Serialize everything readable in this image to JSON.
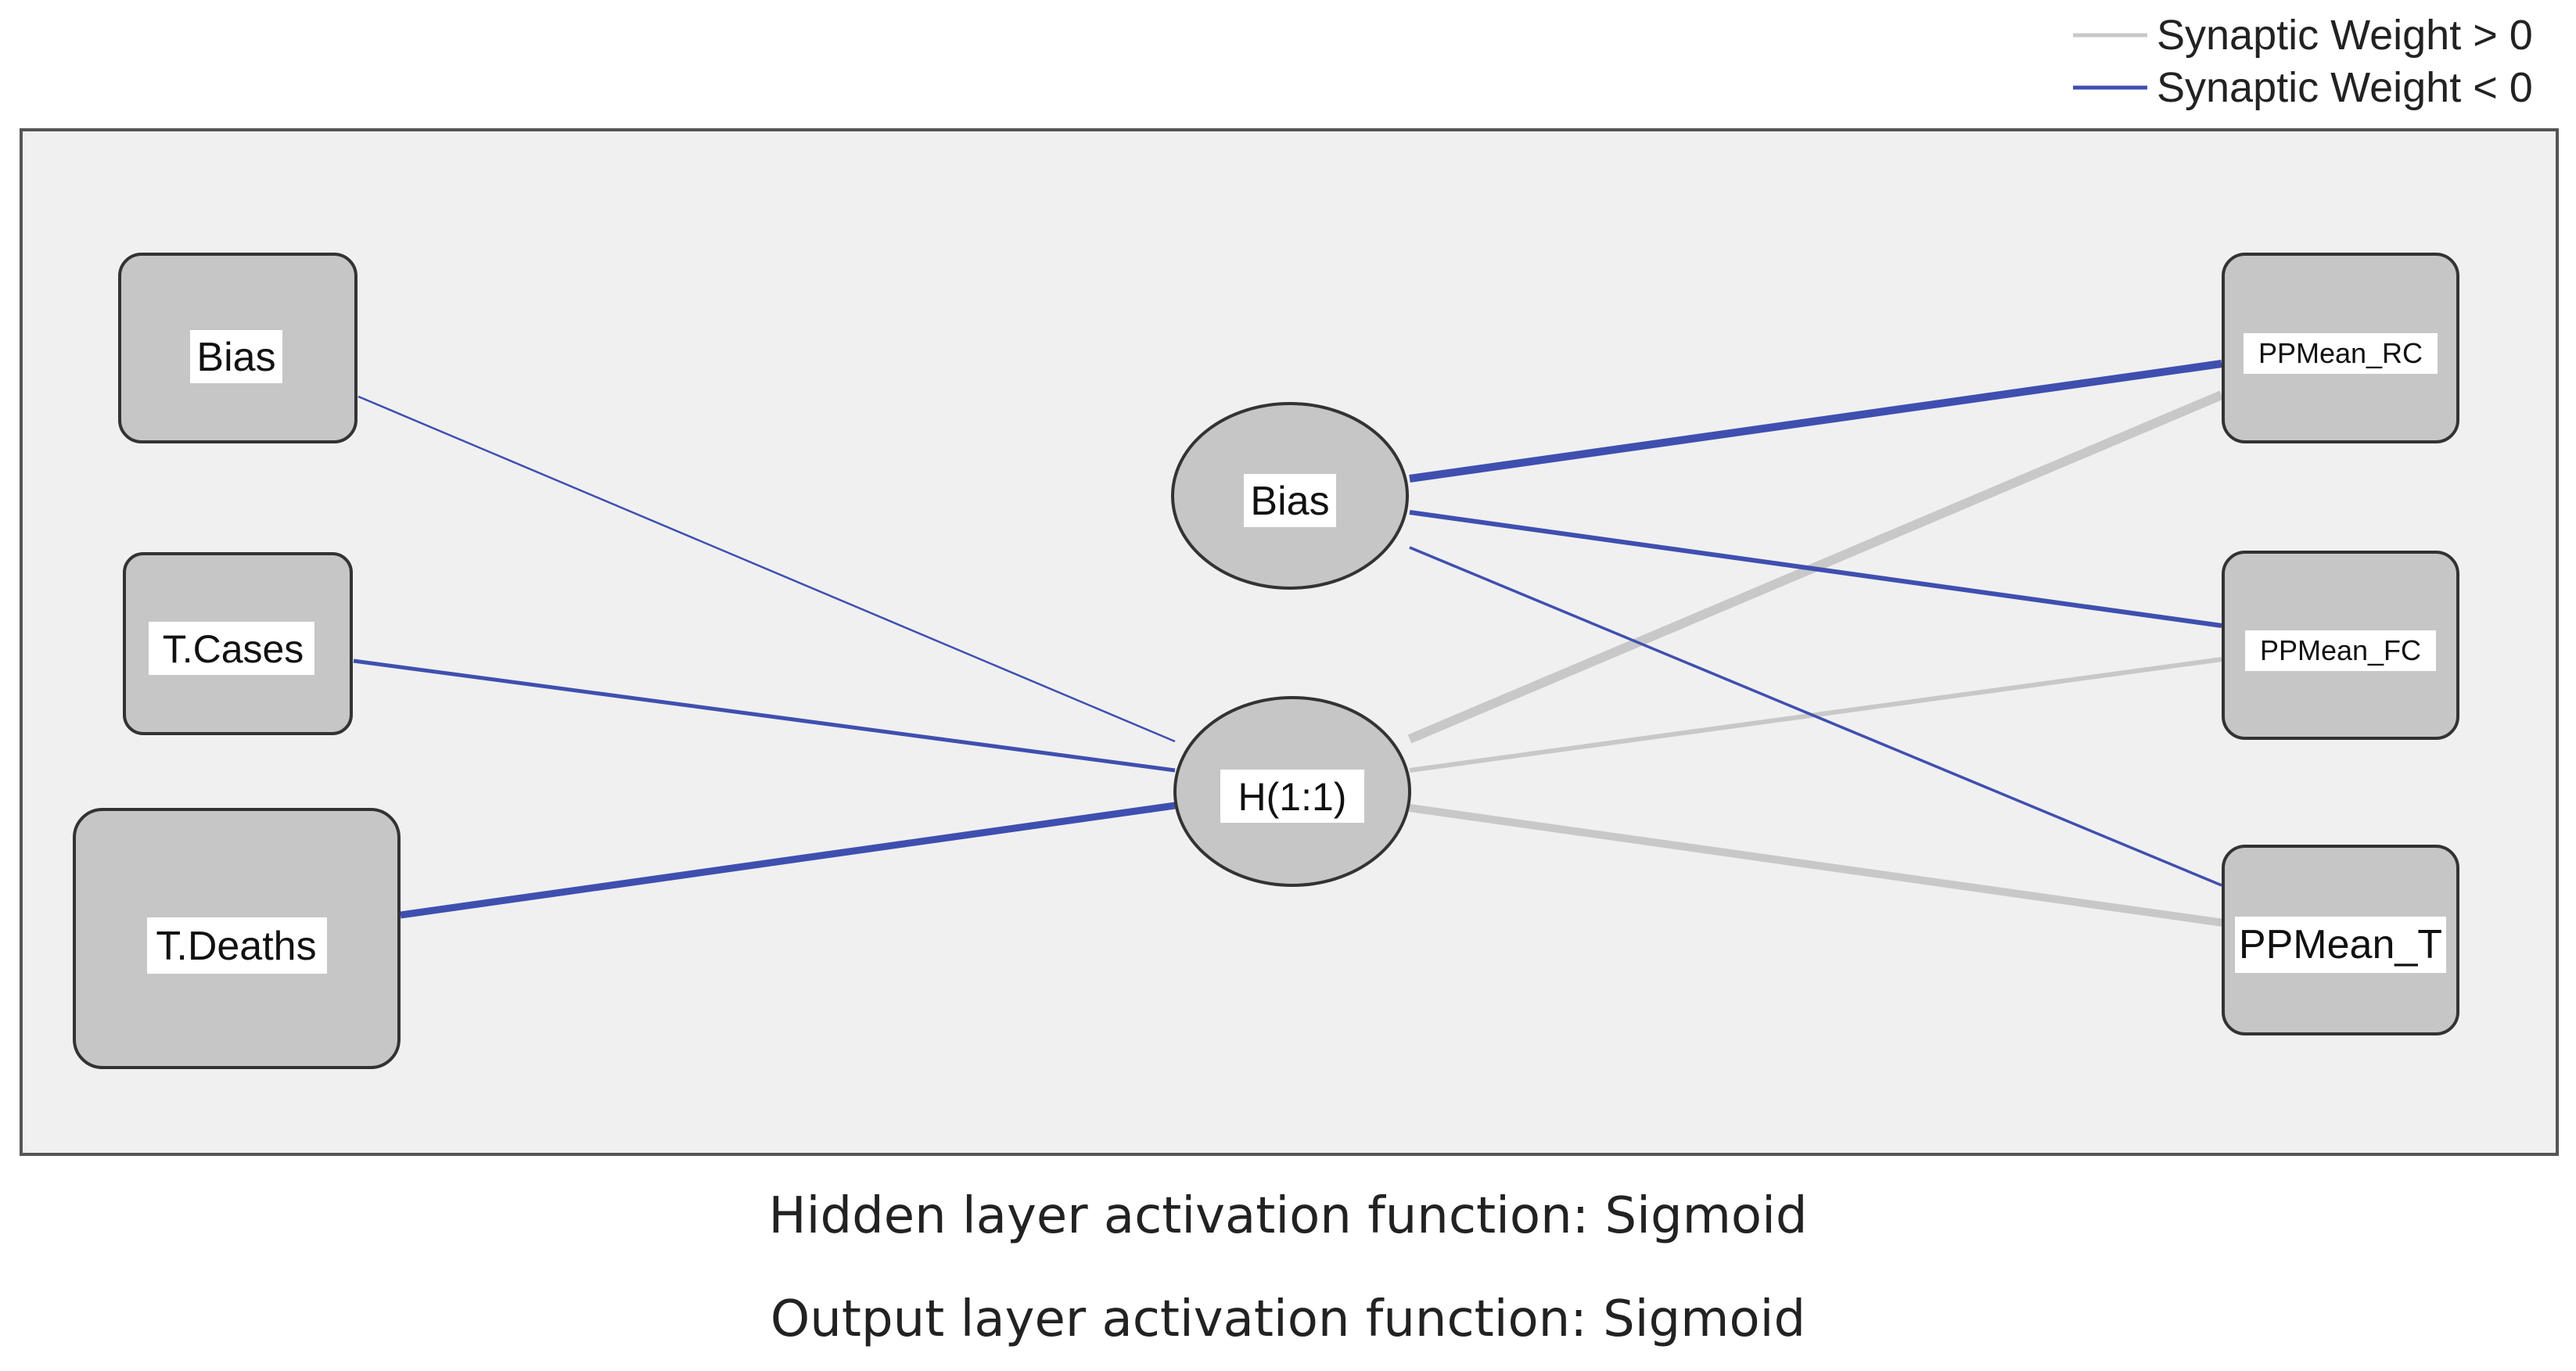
{
  "legend": {
    "positive_label": "Synaptic Weight > 0",
    "negative_label": "Synaptic Weight < 0",
    "positive_color": "#c8c8c8",
    "negative_color": "#3f4fb0"
  },
  "nodes": {
    "input_bias": "Bias",
    "input_t_cases": "T.Cases",
    "input_t_deaths": "T.Deaths",
    "hidden_bias": "Bias",
    "hidden_h11": "H(1:1)",
    "output_ppmean_rc": "PPMean_RC",
    "output_ppmean_fc": "PPMean_FC",
    "output_ppmean_t": "PPMean_T"
  },
  "connections": [
    {
      "from": "input_bias",
      "to": "hidden_h11",
      "sign": "negative",
      "strength": "weak"
    },
    {
      "from": "input_t_cases",
      "to": "hidden_h11",
      "sign": "negative",
      "strength": "medium"
    },
    {
      "from": "input_t_deaths",
      "to": "hidden_h11",
      "sign": "negative",
      "strength": "strong"
    },
    {
      "from": "hidden_bias",
      "to": "output_ppmean_rc",
      "sign": "negative",
      "strength": "strong"
    },
    {
      "from": "hidden_bias",
      "to": "output_ppmean_fc",
      "sign": "negative",
      "strength": "medium"
    },
    {
      "from": "hidden_bias",
      "to": "output_ppmean_t",
      "sign": "negative",
      "strength": "weak"
    },
    {
      "from": "hidden_h11",
      "to": "output_ppmean_rc",
      "sign": "positive",
      "strength": "strong"
    },
    {
      "from": "hidden_h11",
      "to": "output_ppmean_fc",
      "sign": "positive",
      "strength": "medium"
    },
    {
      "from": "hidden_h11",
      "to": "output_ppmean_t",
      "sign": "positive",
      "strength": "strong"
    }
  ],
  "footer": {
    "hidden_activation": "Hidden layer activation function: Sigmoid",
    "output_activation": "Output layer activation function: Sigmoid"
  }
}
